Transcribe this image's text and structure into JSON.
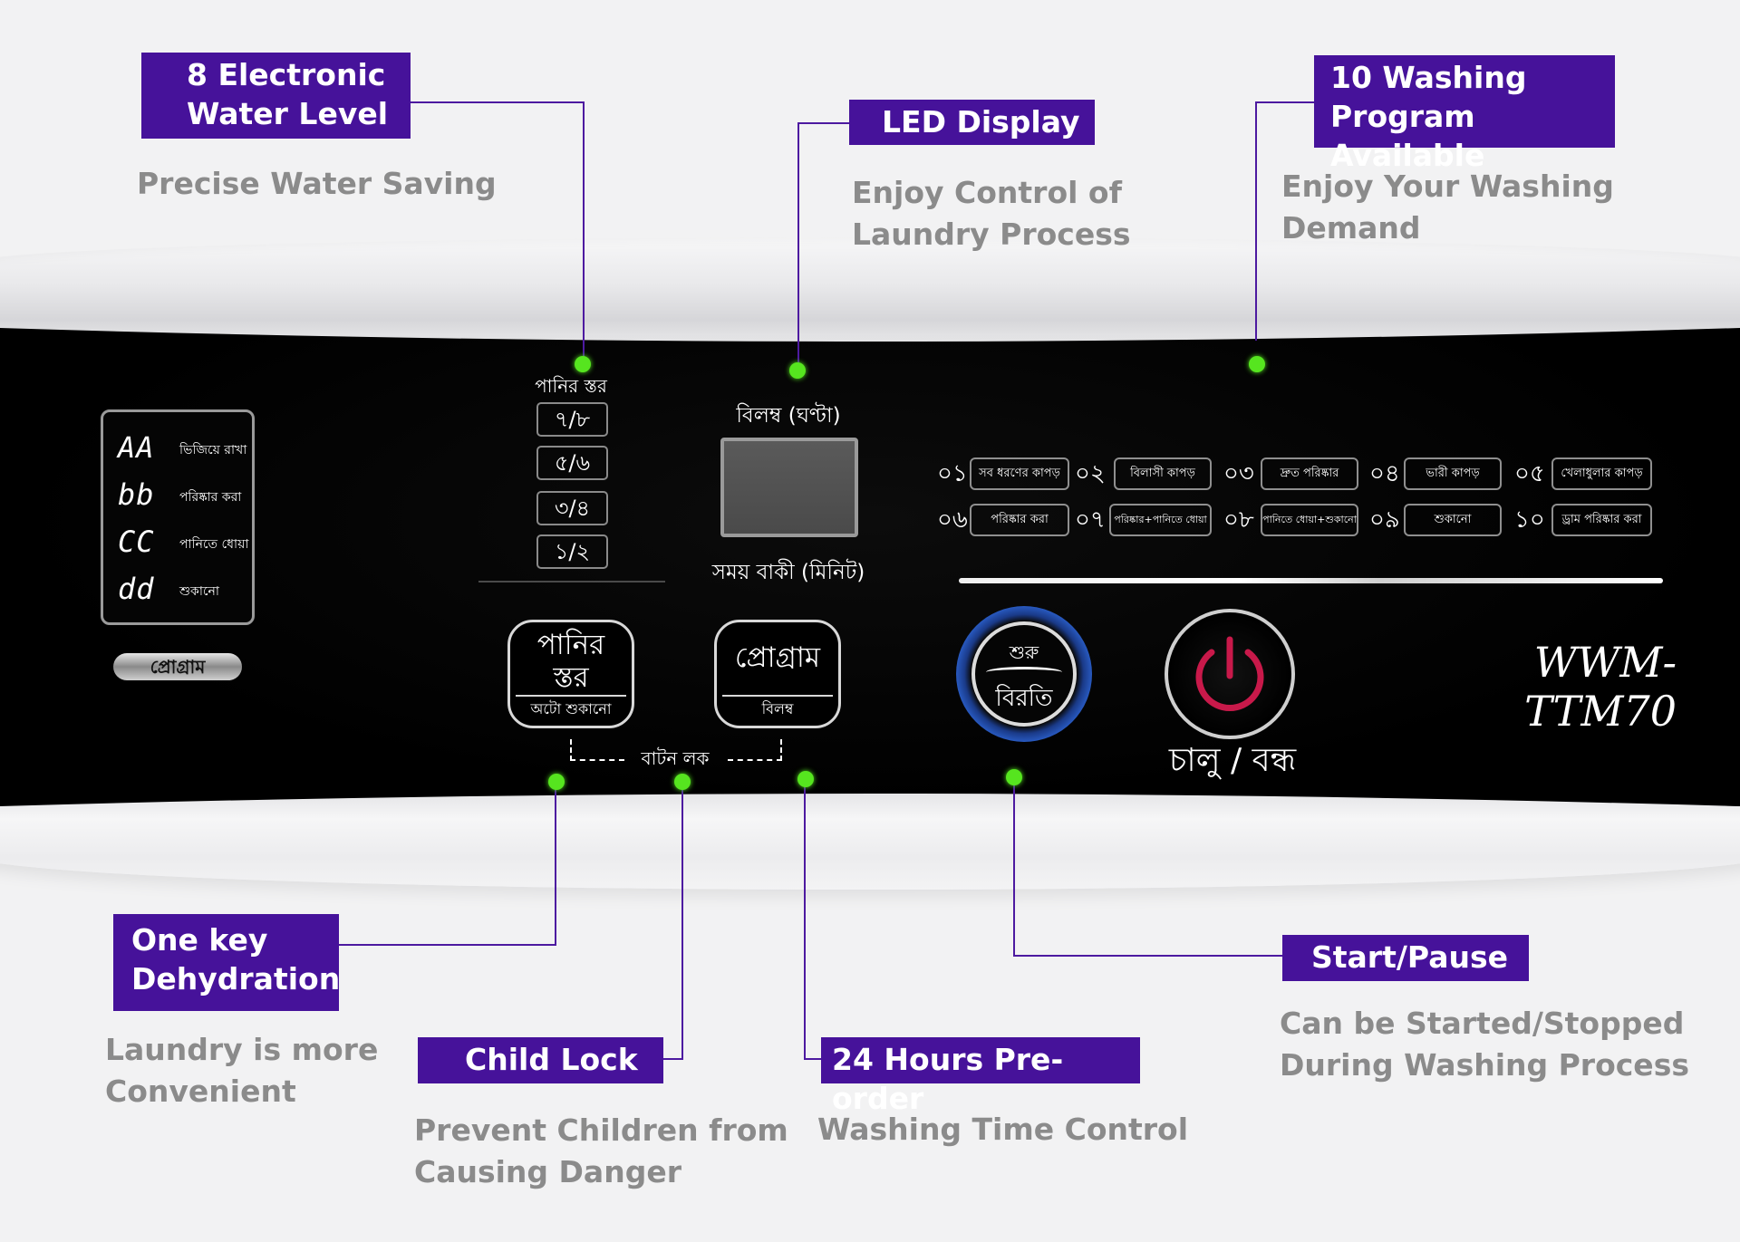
{
  "callouts": {
    "water_level": {
      "title_1": "8 Electronic",
      "title_2": "Water Level",
      "caption": "Precise Water Saving"
    },
    "led_display": {
      "title": "LED Display",
      "caption_1": "Enjoy Control of",
      "caption_2": "Laundry Process"
    },
    "programs": {
      "title_1": "10 Washing",
      "title_2": "Program Available",
      "caption": "Enjoy Your Washing Demand"
    },
    "dehydration": {
      "title_1": "One key",
      "title_2": "Dehydration",
      "caption_1": "Laundry is more",
      "caption_2": "Convenient"
    },
    "child_lock": {
      "title": "Child Lock",
      "caption_1": "Prevent Children from",
      "caption_2": "Causing Danger"
    },
    "preorder": {
      "title": "24 Hours Pre-order",
      "caption": "Washing Time Control"
    },
    "start_pause": {
      "title": "Start/Pause",
      "caption_1": "Can be Started/Stopped",
      "caption_2": "During Washing Process"
    }
  },
  "panel": {
    "codes": [
      {
        "symbol": "AA",
        "label": "ভিজিয়ে রাখা"
      },
      {
        "symbol": "bb",
        "label": "পরিষ্কার করা"
      },
      {
        "symbol": "CC",
        "label": "পানিতে ধোয়া"
      },
      {
        "symbol": "dd",
        "label": "শুকানো"
      }
    ],
    "program_pill": "প্রোগ্রাম",
    "water_level_title": "পানির স্তর",
    "water_levels": [
      "৭/৮",
      "৫/৬",
      "৩/৪",
      "১/২"
    ],
    "delay_title": "বিলম্ব (ঘণ্টা)",
    "remaining_title": "সময় বাকী (মিনিট)",
    "water_button": {
      "top_1": "পানির",
      "top_2": "স্তর",
      "bottom": "অটো শুকানো"
    },
    "program_button": {
      "top": "প্রোগ্রাম",
      "bottom": "বিলম্ব"
    },
    "button_lock": "বাটন লক",
    "programs": [
      {
        "num": "০১",
        "label": "সব ধরণের কাপড়"
      },
      {
        "num": "০২",
        "label": "বিলাসী কাপড়"
      },
      {
        "num": "০৩",
        "label": "দ্রুত পরিষ্কার"
      },
      {
        "num": "০৪",
        "label": "ভারী কাপড়"
      },
      {
        "num": "০৫",
        "label": "খেলাধুলার কাপড়"
      },
      {
        "num": "০৬",
        "label": "পরিষ্কার করা"
      },
      {
        "num": "০৭",
        "label": "পরিষ্কার+পানিতে ধোয়া"
      },
      {
        "num": "০৮",
        "label": "পানিতে ধোয়া+শুকানো"
      },
      {
        "num": "০৯",
        "label": "শুকানো"
      },
      {
        "num": "১০",
        "label": "ড্রাম পরিষ্কার করা"
      }
    ],
    "start_button": {
      "top": "শুরু",
      "bottom": "বিরতি"
    },
    "power_label": "চালু / বন্ধ",
    "model": "WWM-TTM70"
  },
  "colors": {
    "callout_bg": "#46129a",
    "caption": "#8b8b8b",
    "indicator_dot": "#56e51f",
    "power_icon": "#c8194a",
    "start_ring": "#2a5ec8"
  }
}
